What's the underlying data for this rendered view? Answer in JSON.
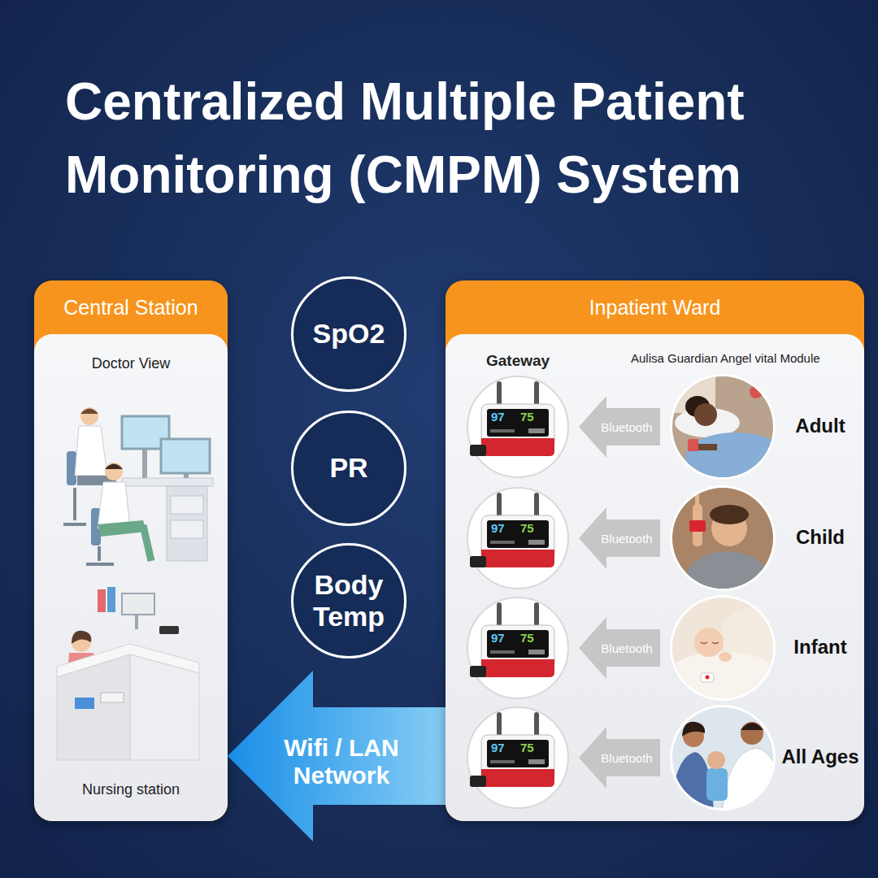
{
  "diagram": {
    "title": "Centralized Multiple Patient Monitoring (CMPM) System",
    "nodes": [
      {
        "text": [
          "Central Station",
          "Doctor View",
          "Nursing station"
        ]
      },
      {
        "text": [
          "SpO2"
        ]
      },
      {
        "text": [
          "PR"
        ]
      },
      {
        "text": [
          "Body Temp"
        ]
      },
      {
        "text": [
          "Inpatient Ward",
          "Gateway",
          "Aulisa Guardian Angel vital Module"
        ]
      },
      {
        "text": [
          "Bluetooth"
        ],
        "in": 4
      },
      {
        "text": [
          "Adult"
        ],
        "in": 4
      },
      {
        "text": [
          "Bluetooth"
        ],
        "in": 4
      },
      {
        "text": [
          "Child"
        ],
        "in": 4
      },
      {
        "text": [
          "Bluetooth"
        ],
        "in": 4
      },
      {
        "text": [
          "Infant"
        ],
        "in": 4
      },
      {
        "text": [
          "Bluetooth"
        ],
        "in": 4
      },
      {
        "text": [
          "All Ages"
        ],
        "in": 4
      }
    ],
    "edges": [
      {
        "from": 4,
        "to": 0,
        "label": "Wifi / LAN Network",
        "arrow": "to"
      }
    ],
    "labels": [
      "97",
      "75",
      "97",
      "75",
      "97",
      "75",
      "97",
      "75"
    ]
  }
}
